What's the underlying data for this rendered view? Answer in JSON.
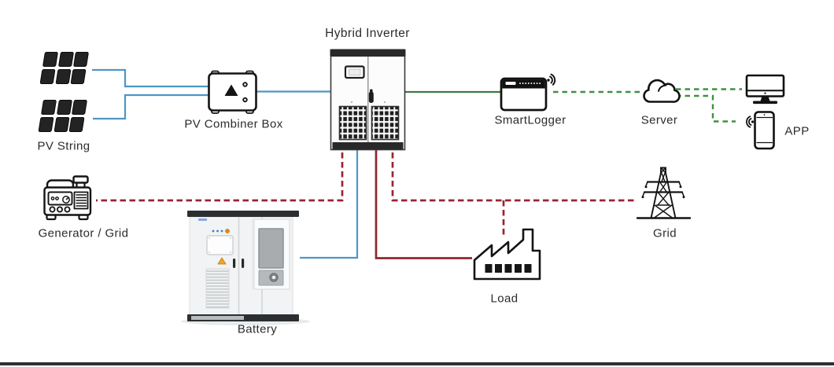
{
  "diagram": {
    "background": "#ffffff",
    "colors": {
      "blue": "#4e96c6",
      "green_solid": "#3e7b41",
      "green_dashed": "#3f9140",
      "red_dashed": "#9a2433",
      "dark_red": "#8e282c",
      "outline": "#141414"
    },
    "nodes": {
      "hybrid_inverter": {
        "label": "Hybrid Inverter",
        "icon": "inverter-cabinet-icon"
      },
      "pv_string": {
        "label": "PV String",
        "icon": "solar-panels-icon"
      },
      "pv_combiner_box": {
        "label": "PV Combiner Box",
        "icon": "combiner-box-icon"
      },
      "smartlogger": {
        "label": "SmartLogger",
        "icon": "smartlogger-device-icon"
      },
      "server": {
        "label": "Server",
        "icon": "cloud-icon"
      },
      "app": {
        "label": "APP",
        "icon": "monitor-and-phone-icon"
      },
      "generator_grid": {
        "label": "Generator / Grid",
        "icon": "generator-icon"
      },
      "battery": {
        "label": "Battery",
        "icon": "battery-cabinet-icon"
      },
      "load": {
        "label": "Load",
        "icon": "factory-icon"
      },
      "grid": {
        "label": "Grid",
        "icon": "transmission-tower-icon"
      }
    },
    "connections": [
      {
        "from": "pv_string",
        "to": "pv_combiner_box",
        "style": "solid",
        "color": "blue"
      },
      {
        "from": "pv_combiner_box",
        "to": "hybrid_inverter",
        "style": "solid",
        "color": "blue"
      },
      {
        "from": "hybrid_inverter",
        "to": "battery",
        "style": "solid",
        "color": "blue"
      },
      {
        "from": "hybrid_inverter",
        "to": "smartlogger",
        "style": "solid",
        "color": "green"
      },
      {
        "from": "smartlogger",
        "to": "server",
        "style": "dashed",
        "color": "green"
      },
      {
        "from": "server",
        "to": "app_monitor",
        "style": "dashed",
        "color": "green"
      },
      {
        "from": "server",
        "to": "app_phone",
        "style": "dashed",
        "color": "green"
      },
      {
        "from": "hybrid_inverter",
        "to": "generator_grid",
        "style": "dashed",
        "color": "red"
      },
      {
        "from": "hybrid_inverter",
        "to": "grid",
        "style": "dashed",
        "color": "red"
      },
      {
        "from": "hybrid_inverter",
        "to": "load",
        "style": "dashed",
        "color": "red"
      },
      {
        "from": "hybrid_inverter",
        "to": "load",
        "style": "solid",
        "color": "dark_red"
      }
    ]
  }
}
